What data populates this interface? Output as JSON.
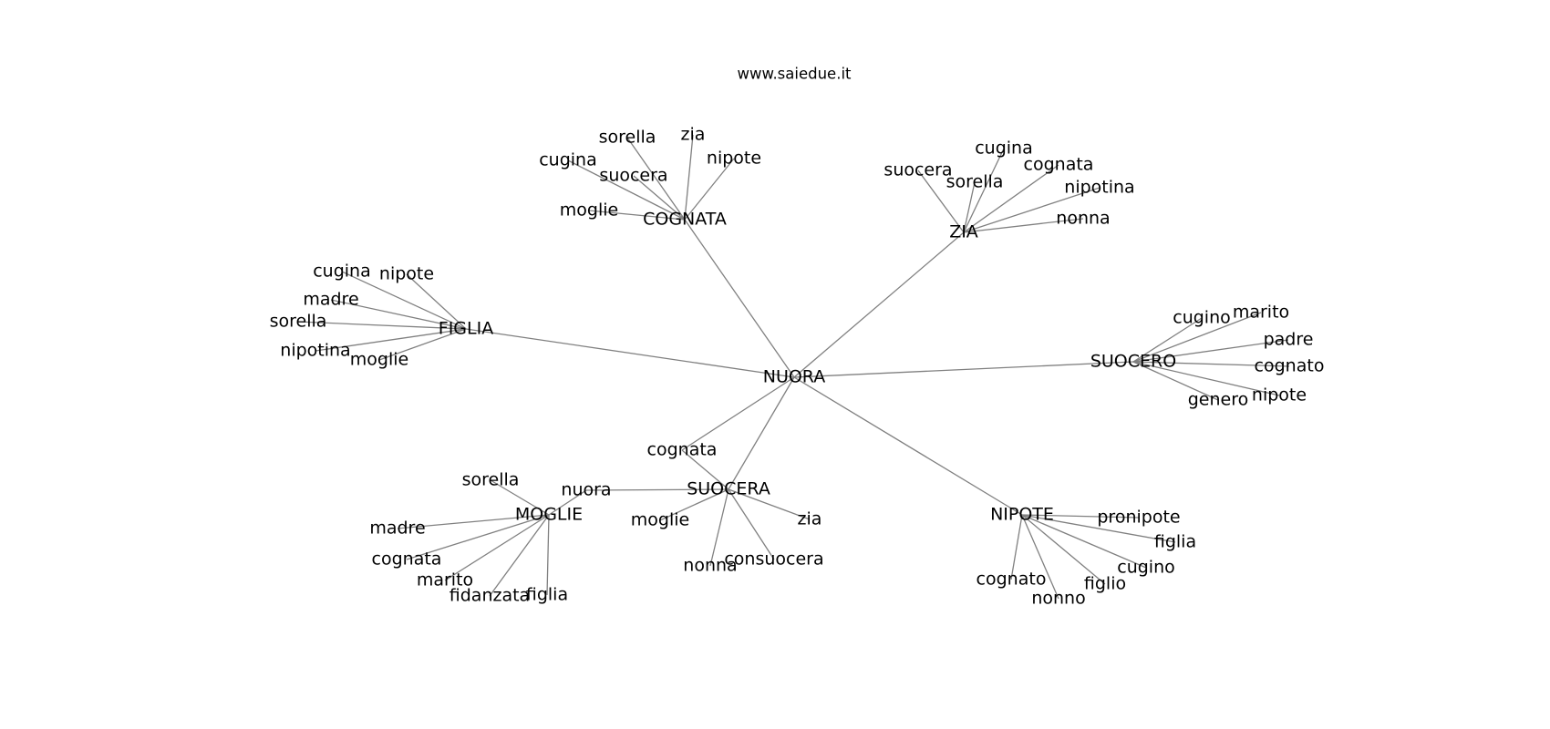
{
  "title": "www.saiedue.it",
  "nodes": [
    {
      "id": "nuora_center",
      "label": "NUORA"
    },
    {
      "id": "cognata_hub",
      "label": "COGNATA"
    },
    {
      "id": "zia_hub",
      "label": "ZIA"
    },
    {
      "id": "figlia_hub",
      "label": "FIGLIA"
    },
    {
      "id": "suocero_hub",
      "label": "SUOCERO"
    },
    {
      "id": "suocera_hub",
      "label": "SUOCERA"
    },
    {
      "id": "nipote_hub",
      "label": "NIPOTE"
    },
    {
      "id": "moglie_hub",
      "label": "MOGLIE"
    },
    {
      "id": "cognata_sorella",
      "label": "sorella"
    },
    {
      "id": "cognata_zia",
      "label": "zia"
    },
    {
      "id": "cognata_cugina",
      "label": "cugina"
    },
    {
      "id": "cognata_nipote",
      "label": "nipote"
    },
    {
      "id": "cognata_suocera",
      "label": "suocera"
    },
    {
      "id": "cognata_moglie",
      "label": "moglie"
    },
    {
      "id": "zia_cugina",
      "label": "cugina"
    },
    {
      "id": "zia_suocera",
      "label": "suocera"
    },
    {
      "id": "zia_cognata",
      "label": "cognata"
    },
    {
      "id": "zia_sorella",
      "label": "sorella"
    },
    {
      "id": "zia_nipotina",
      "label": "nipotina"
    },
    {
      "id": "zia_nonna",
      "label": "nonna"
    },
    {
      "id": "figlia_cugina",
      "label": "cugina"
    },
    {
      "id": "figlia_nipote",
      "label": "nipote"
    },
    {
      "id": "figlia_madre",
      "label": "madre"
    },
    {
      "id": "figlia_sorella",
      "label": "sorella"
    },
    {
      "id": "figlia_nipotina",
      "label": "nipotina"
    },
    {
      "id": "figlia_moglie",
      "label": "moglie"
    },
    {
      "id": "suocero_cugino",
      "label": "cugino"
    },
    {
      "id": "suocero_marito",
      "label": "marito"
    },
    {
      "id": "suocero_padre",
      "label": "padre"
    },
    {
      "id": "suocero_cognato",
      "label": "cognato"
    },
    {
      "id": "suocero_nipote",
      "label": "nipote"
    },
    {
      "id": "suocero_genero",
      "label": "genero"
    },
    {
      "id": "suocera_cognata",
      "label": "cognata"
    },
    {
      "id": "suocera_nuora",
      "label": "nuora"
    },
    {
      "id": "suocera_moglie",
      "label": "moglie"
    },
    {
      "id": "suocera_zia",
      "label": "zia"
    },
    {
      "id": "suocera_nonna",
      "label": "nonna"
    },
    {
      "id": "suocera_consuocera",
      "label": "consuocera"
    },
    {
      "id": "nipote_pronipote",
      "label": "pronipote"
    },
    {
      "id": "nipote_figlia",
      "label": "figlia"
    },
    {
      "id": "nipote_cugino",
      "label": "cugino"
    },
    {
      "id": "nipote_figlio",
      "label": "figlio"
    },
    {
      "id": "nipote_cognato",
      "label": "cognato"
    },
    {
      "id": "nipote_nonno",
      "label": "nonno"
    },
    {
      "id": "moglie_sorella",
      "label": "sorella"
    },
    {
      "id": "moglie_madre",
      "label": "madre"
    },
    {
      "id": "moglie_cognata",
      "label": "cognata"
    },
    {
      "id": "moglie_marito",
      "label": "marito"
    },
    {
      "id": "moglie_fidanzata",
      "label": "fidanzata"
    },
    {
      "id": "moglie_figlia",
      "label": "figlia"
    }
  ],
  "edges": [
    [
      "nuora_center",
      "cognata_hub"
    ],
    [
      "nuora_center",
      "zia_hub"
    ],
    [
      "nuora_center",
      "figlia_hub"
    ],
    [
      "nuora_center",
      "suocero_hub"
    ],
    [
      "nuora_center",
      "suocera_hub"
    ],
    [
      "nuora_center",
      "nipote_hub"
    ],
    [
      "nuora_center",
      "suocera_cognata"
    ],
    [
      "cognata_hub",
      "cognata_sorella"
    ],
    [
      "cognata_hub",
      "cognata_zia"
    ],
    [
      "cognata_hub",
      "cognata_cugina"
    ],
    [
      "cognata_hub",
      "cognata_nipote"
    ],
    [
      "cognata_hub",
      "cognata_suocera"
    ],
    [
      "cognata_hub",
      "cognata_moglie"
    ],
    [
      "zia_hub",
      "zia_cugina"
    ],
    [
      "zia_hub",
      "zia_suocera"
    ],
    [
      "zia_hub",
      "zia_cognata"
    ],
    [
      "zia_hub",
      "zia_sorella"
    ],
    [
      "zia_hub",
      "zia_nipotina"
    ],
    [
      "zia_hub",
      "zia_nonna"
    ],
    [
      "figlia_hub",
      "figlia_cugina"
    ],
    [
      "figlia_hub",
      "figlia_nipote"
    ],
    [
      "figlia_hub",
      "figlia_madre"
    ],
    [
      "figlia_hub",
      "figlia_sorella"
    ],
    [
      "figlia_hub",
      "figlia_nipotina"
    ],
    [
      "figlia_hub",
      "figlia_moglie"
    ],
    [
      "suocero_hub",
      "suocero_cugino"
    ],
    [
      "suocero_hub",
      "suocero_marito"
    ],
    [
      "suocero_hub",
      "suocero_padre"
    ],
    [
      "suocero_hub",
      "suocero_cognato"
    ],
    [
      "suocero_hub",
      "suocero_nipote"
    ],
    [
      "suocero_hub",
      "suocero_genero"
    ],
    [
      "suocera_hub",
      "suocera_cognata"
    ],
    [
      "suocera_hub",
      "suocera_nuora"
    ],
    [
      "suocera_hub",
      "suocera_moglie"
    ],
    [
      "suocera_hub",
      "suocera_zia"
    ],
    [
      "suocera_hub",
      "suocera_nonna"
    ],
    [
      "suocera_hub",
      "suocera_consuocera"
    ],
    [
      "nipote_hub",
      "nipote_pronipote"
    ],
    [
      "nipote_hub",
      "nipote_figlia"
    ],
    [
      "nipote_hub",
      "nipote_cugino"
    ],
    [
      "nipote_hub",
      "nipote_figlio"
    ],
    [
      "nipote_hub",
      "nipote_cognato"
    ],
    [
      "nipote_hub",
      "nipote_nonno"
    ],
    [
      "moglie_hub",
      "suocera_nuora"
    ],
    [
      "moglie_hub",
      "moglie_sorella"
    ],
    [
      "moglie_hub",
      "moglie_madre"
    ],
    [
      "moglie_hub",
      "moglie_cognata"
    ],
    [
      "moglie_hub",
      "moglie_marito"
    ],
    [
      "moglie_hub",
      "moglie_fidanzata"
    ],
    [
      "moglie_hub",
      "moglie_figlia"
    ]
  ]
}
